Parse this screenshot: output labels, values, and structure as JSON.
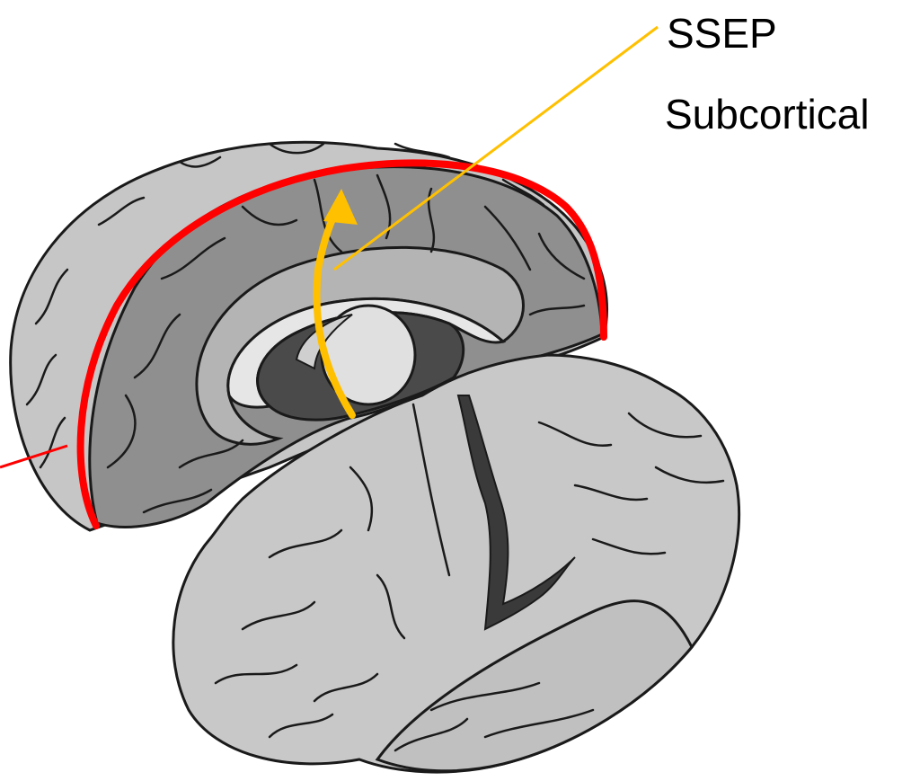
{
  "labels": {
    "ssep": "SSEP",
    "subcortical": "Subcortical"
  },
  "colors": {
    "cortex_line": "#ff0000",
    "ssep_pathway": "#ffc000",
    "brain_outer": "#c8c8c8",
    "brain_medial": "#8f8f8f",
    "brain_dark": "#4a4a4a",
    "sulcus": "#1a1a1a"
  },
  "icons": {
    "figure": "brain-medial-view-illustration"
  }
}
